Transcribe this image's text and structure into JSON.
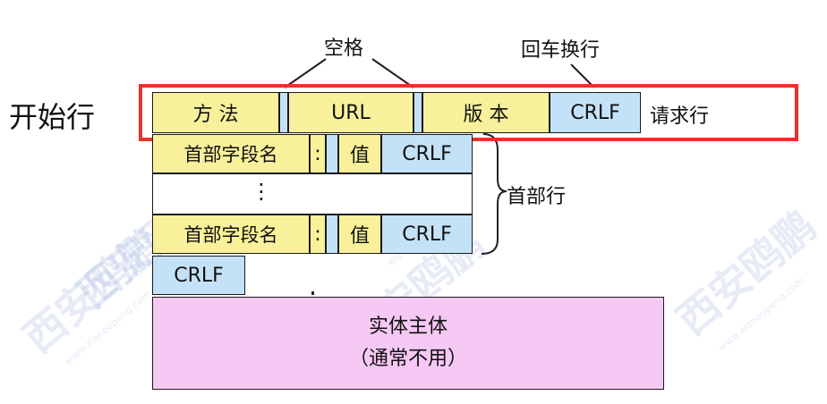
{
  "annotations": {
    "space": "空格",
    "crlf_label": "回车换行",
    "start_line": "开始行",
    "request_line": "请求行",
    "header_lines": "首部行"
  },
  "request_line": {
    "method": "方  法",
    "url": "URL",
    "version": "版  本",
    "crlf": "CRLF"
  },
  "header_rows": [
    {
      "name": "首部字段名",
      "colon": ":",
      "value": "值",
      "crlf": "CRLF"
    },
    {
      "name": "首部字段名",
      "colon": ":",
      "value": "值",
      "crlf": "CRLF"
    }
  ],
  "ellipsis": "⋮",
  "blank_line_crlf": "CRLF",
  "entity_body": {
    "line1": "实体主体",
    "line2": "（通常不用）"
  },
  "watermark": {
    "brand": "西安鸥鹏",
    "url": "www.xianoupeng.com"
  },
  "colors": {
    "field_yellow": "#f8f09a",
    "crlf_blue": "#c4e2f7",
    "body_pink": "#f6c8f4",
    "highlight_red": "#e6332a"
  }
}
